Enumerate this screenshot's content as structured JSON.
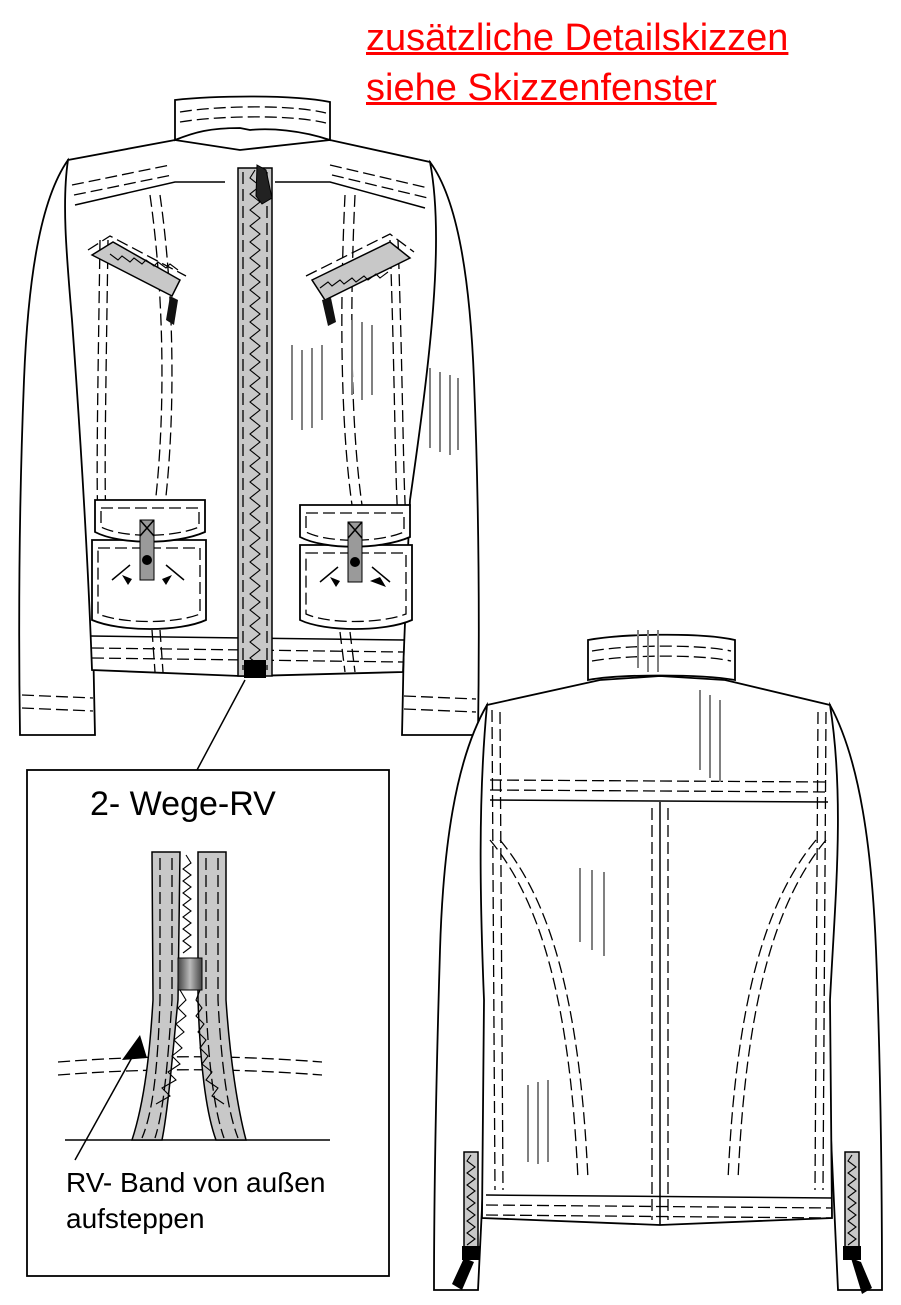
{
  "note": {
    "line1": "zusätzliche Detailskizzen",
    "line2": "siehe Skizzenfenster",
    "color": "#ff0000"
  },
  "detail": {
    "title": "2- Wege-RV",
    "label_line1": "RV- Band von außen",
    "label_line2": "aufsteppen"
  },
  "colors": {
    "line": "#000000",
    "zipper_tape": "#c8c8c8",
    "background": "#ffffff"
  }
}
